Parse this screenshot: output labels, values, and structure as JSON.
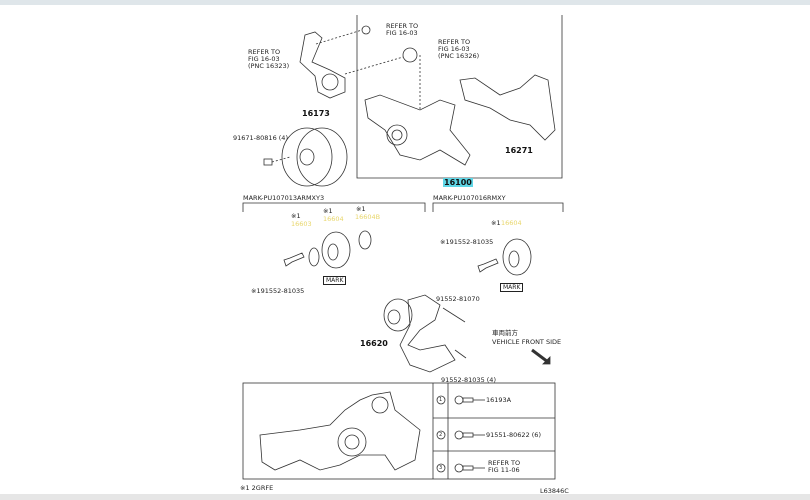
{
  "diagram": {
    "refer_1": {
      "line1": "REFER TO",
      "line2": "FIG 16-03",
      "line3": "(PNC 16323)"
    },
    "refer_2": {
      "line1": "REFER TO",
      "line2": "FIG 16-03"
    },
    "refer_3": {
      "line1": "REFER TO",
      "line2": "FIG 16-03",
      "line3": "(PNC 16326)"
    },
    "parts": {
      "pulley": "16173",
      "pulley_bolt": "91671-80816 (4)",
      "gasket": "16271",
      "water_pump": "16100",
      "tensioner": "16620",
      "tensioner_bolt_1": "91552-81070",
      "tensioner_bolt_2": "91552-81035 (4)"
    },
    "left_group": {
      "title": "MARK-PU107013ARMXY3",
      "note_a": "※1",
      "part_a": "16603",
      "note_b": "※1",
      "part_b": "16604",
      "note_c": "※1",
      "part_c": "16604B",
      "bolt": "※191552-81035",
      "mark": "MARK"
    },
    "right_group": {
      "title": "MARK-PU107016RMXY",
      "note": "※1",
      "part": "16604",
      "bolt": "※191552-81035",
      "mark": "MARK"
    },
    "direction": {
      "jp": "車両前方",
      "en": "VEHICLE FRONT SIDE"
    },
    "legend": [
      {
        "num": "1",
        "text": "16193A"
      },
      {
        "num": "2",
        "text": "91551-80622 (6)"
      },
      {
        "num": "3",
        "text": "REFER TO",
        "text2": "FIG 11-06"
      }
    ],
    "footnote": "※1 2GRFE",
    "figure_id": "L63846C"
  }
}
